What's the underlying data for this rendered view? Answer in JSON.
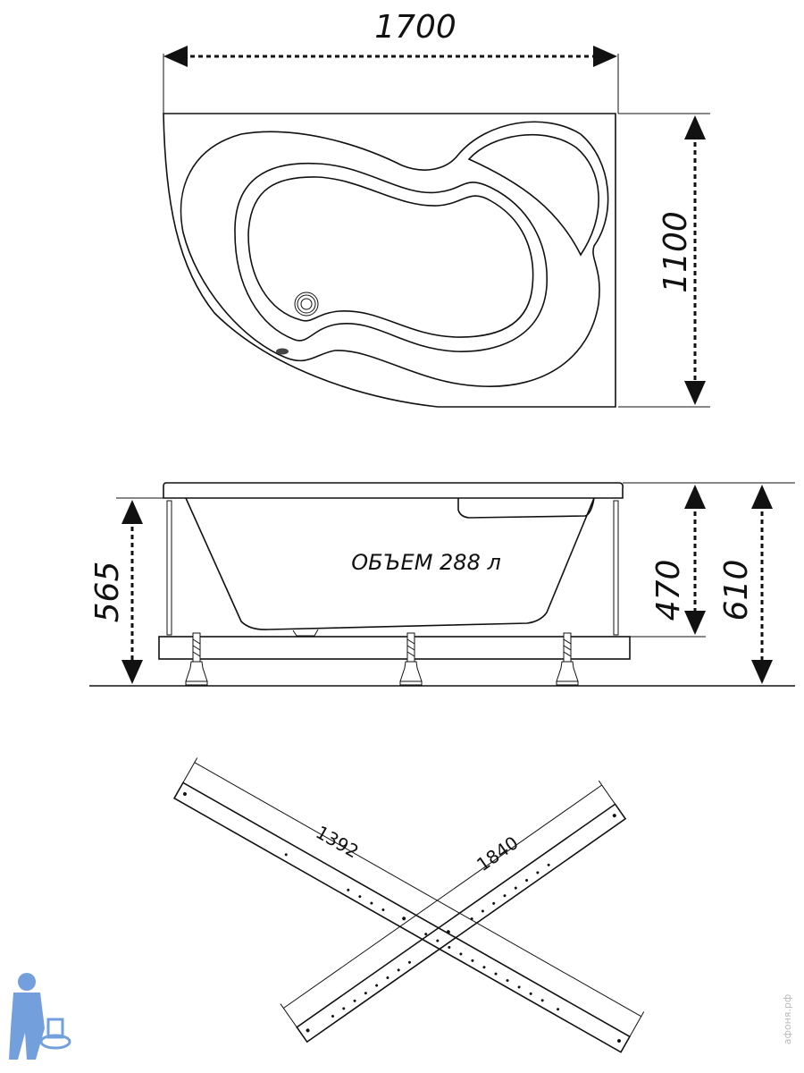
{
  "top_view": {
    "width_label": "1700",
    "depth_label": "1100"
  },
  "side_view": {
    "volume_label": "ОБЪЕМ 288 л",
    "height_left_label": "565",
    "height_inner_label": "470",
    "height_total_label": "610"
  },
  "frame_view": {
    "rail_short_label": "1392",
    "rail_long_label": "1840"
  },
  "watermark": {
    "text": "афоня.рф"
  },
  "colors": {
    "line": "#111111",
    "logo": "#5b8fd6"
  }
}
